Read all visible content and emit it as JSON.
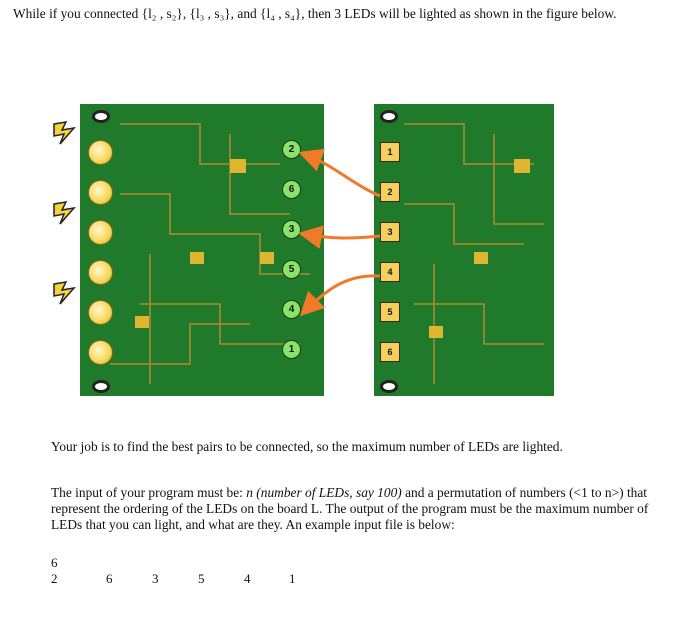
{
  "intro": "While if you connected {l₂ , s₂}, {l₃ , s₃}, and {l₄ , s₄}, then 3 LEDs will be lighted as shown in the figure below.",
  "figure": {
    "left_pins": [
      "2",
      "6",
      "3",
      "5",
      "4",
      "1"
    ],
    "right_pads": [
      "1",
      "2",
      "3",
      "4",
      "5",
      "6"
    ],
    "arrow_color": "#f07a28"
  },
  "task": "Your job is to find the best pairs to be connected, so the maximum number of LEDs are lighted.",
  "spec": {
    "lead": "The input of your program must be: ",
    "italic": "n (number of LEDs, say 100)",
    "rest": " and a permutation of numbers (<1 to n>) that represent the ordering of the LEDs on the board L. The output of the program must be the maximum number of LEDs that you can light, and what are they. An example input file is below:"
  },
  "example": {
    "n": "6",
    "values": [
      "2",
      "6",
      "3",
      "5",
      "4",
      "1"
    ]
  }
}
